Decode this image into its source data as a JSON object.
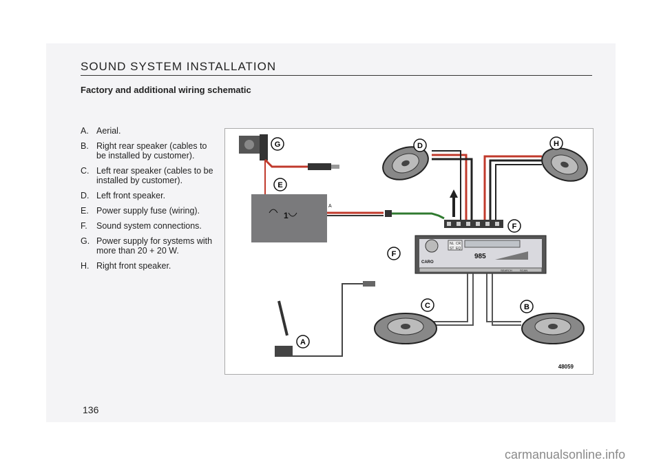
{
  "header": {
    "title": "SOUND SYSTEM INSTALLATION",
    "subtitle": "Factory and additional wiring schematic"
  },
  "legend": [
    {
      "key": "A.",
      "text": "Aerial."
    },
    {
      "key": "B.",
      "text": "Right rear speaker (cables to be installed by customer)."
    },
    {
      "key": "C.",
      "text": "Left rear speaker (cables to be installed by customer)."
    },
    {
      "key": "D.",
      "text": "Left front speaker."
    },
    {
      "key": "E.",
      "text": "Power supply fuse (wiring)."
    },
    {
      "key": "F.",
      "text": "Sound system connections."
    },
    {
      "key": "G.",
      "text": "Power supply for systems with more than 20 + 20 W."
    },
    {
      "key": "H.",
      "text": "Right front speaker."
    }
  ],
  "diagram": {
    "callouts": {
      "A": "A",
      "B": "B",
      "C": "C",
      "D": "D",
      "E": "E",
      "F": "F",
      "G": "G",
      "H": "H"
    },
    "code": "48059",
    "radio": {
      "frequency": "985",
      "brand": "CARO",
      "btn1": "NL",
      "btn2": "CR",
      "btn3": "ST",
      "btn4": "EQ",
      "search": "SEARCH",
      "scan": "SCAN"
    },
    "fuse_label": "1",
    "connector_label": "A"
  },
  "page_number": "136",
  "footer": "carmanualsonline.info"
}
